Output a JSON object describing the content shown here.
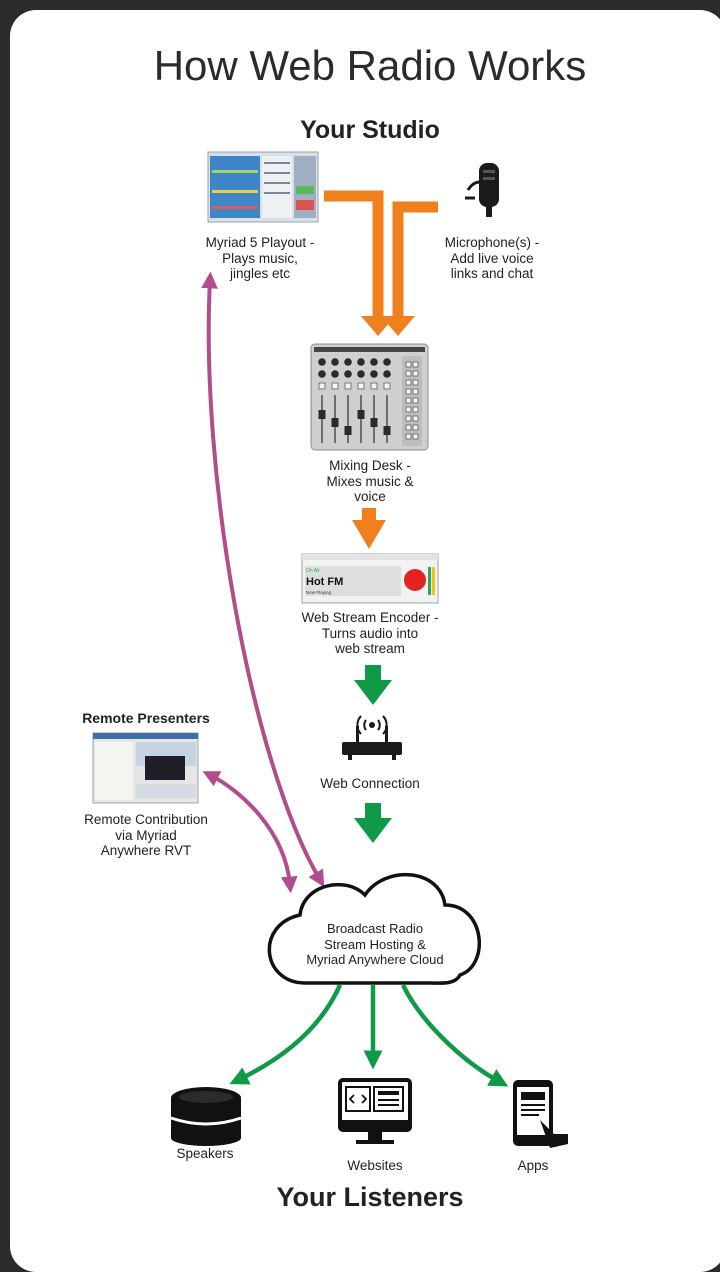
{
  "title": "How Web Radio Works",
  "studio_heading": "Your Studio",
  "listeners_heading": "Your Listeners",
  "nodes": {
    "playout": {
      "lines": [
        "Myriad 5 Playout -",
        "Plays music,",
        "jingles etc"
      ],
      "icon": "software-screenshot-icon"
    },
    "microphone": {
      "lines": [
        "Microphone(s) -",
        "Add live voice",
        "links and chat"
      ],
      "icon": "microphone-icon"
    },
    "mixing_desk": {
      "lines": [
        "Mixing Desk -",
        "Mixes music &",
        "voice"
      ],
      "icon": "mixing-desk-icon"
    },
    "encoder": {
      "lines": [
        "Web Stream Encoder -",
        "Turns audio into",
        "web stream"
      ],
      "icon": "encoder-window-icon",
      "window": {
        "on_air": "On Air",
        "station": "Hot FM",
        "now_playing": "Now Playing"
      }
    },
    "web_connection": {
      "lines": [
        "Web Connection"
      ],
      "icon": "router-icon"
    },
    "remote": {
      "title": "Remote Presenters",
      "lines": [
        "Remote Contribution",
        "via Myriad",
        "Anywhere RVT"
      ],
      "icon": "remote-software-icon"
    },
    "cloud": {
      "lines": [
        "Broadcast Radio",
        "Stream Hosting &",
        "Myriad Anywhere Cloud"
      ],
      "icon": "cloud-icon"
    },
    "speakers": {
      "lines": [
        "Speakers"
      ],
      "icon": "smart-speaker-icon"
    },
    "websites": {
      "lines": [
        "Websites"
      ],
      "icon": "monitor-code-icon"
    },
    "apps": {
      "lines": [
        "Apps"
      ],
      "icon": "phone-app-icon"
    }
  },
  "colors": {
    "orange": "#f07f1d",
    "green": "#0f9a47",
    "purple": "#b14d8c",
    "frame": "#2b2b2b"
  }
}
